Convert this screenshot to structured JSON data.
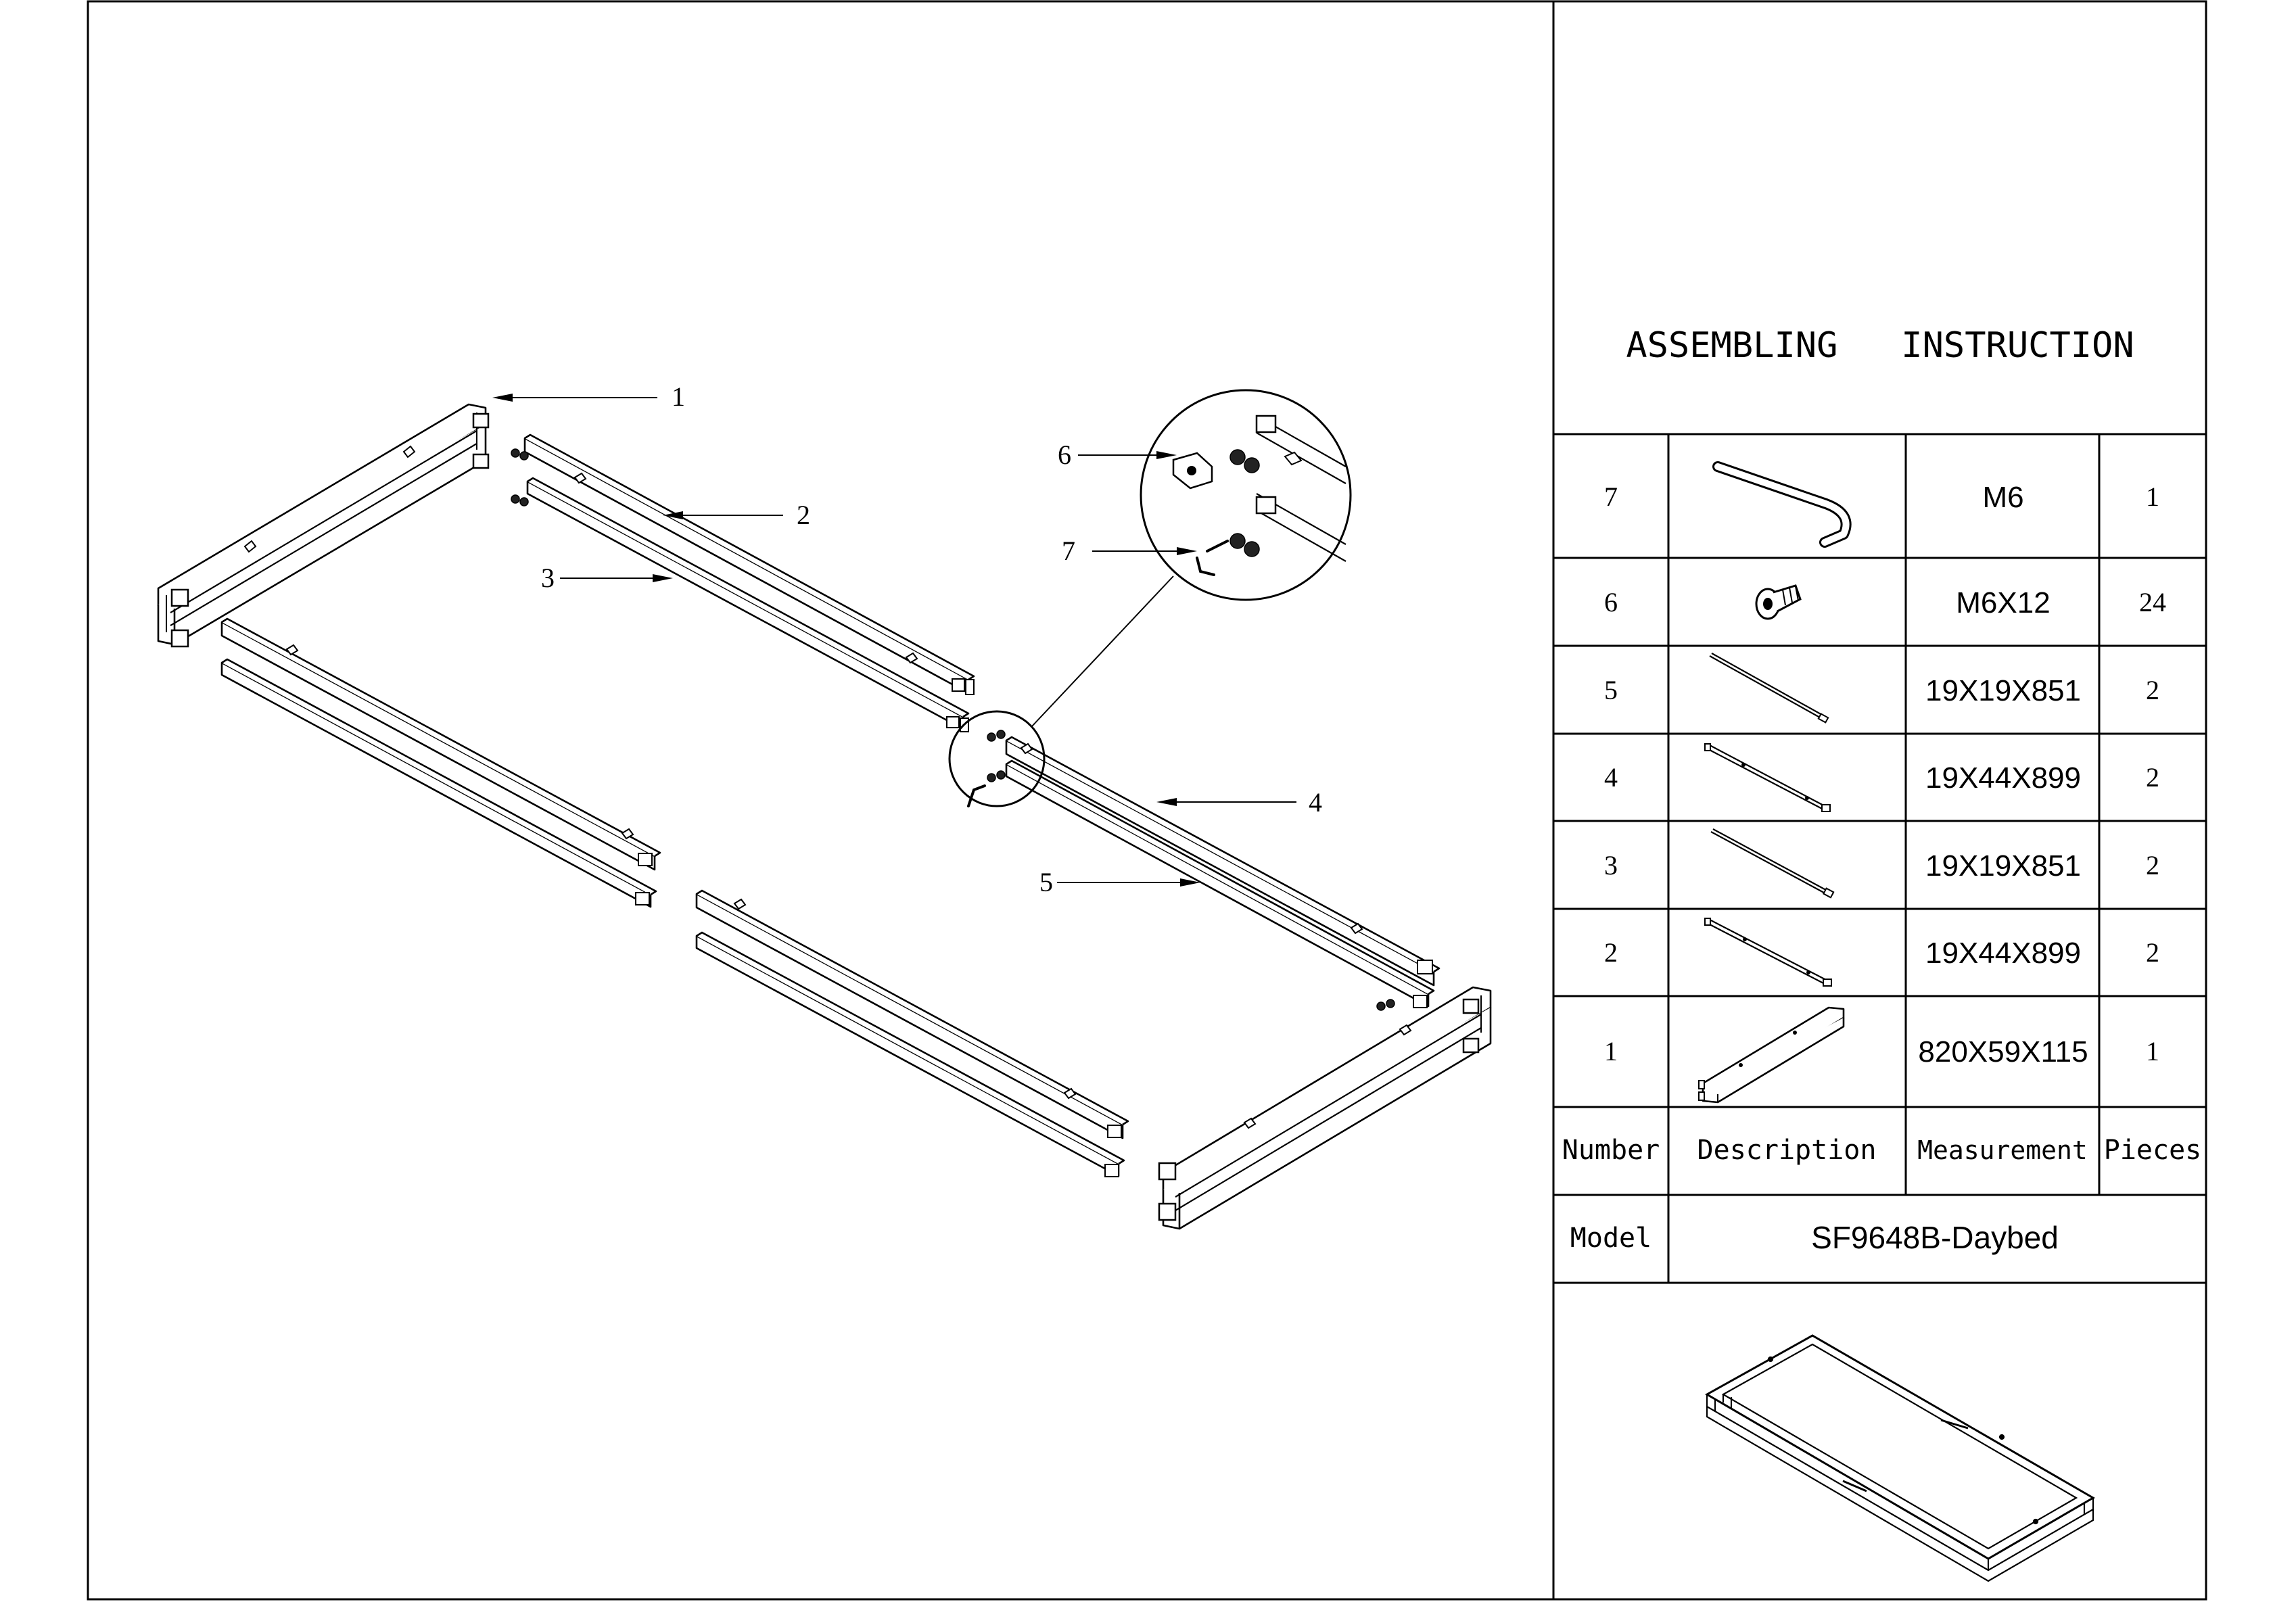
{
  "title": "ASSEMBLING   INSTRUCTION",
  "parts_table": {
    "headers": {
      "number": "Number",
      "description": "Description",
      "measurement": "Measurement",
      "pieces": "Pieces"
    },
    "rows": [
      {
        "number": "7",
        "measurement": "M6",
        "pieces": "1",
        "icon": "allen-key-icon"
      },
      {
        "number": "6",
        "measurement": "M6X12",
        "pieces": "24",
        "icon": "bolt-icon"
      },
      {
        "number": "5",
        "measurement": "19X19X851",
        "pieces": "2",
        "icon": "square-tube-icon"
      },
      {
        "number": "4",
        "measurement": "19X44X899",
        "pieces": "2",
        "icon": "rail-icon"
      },
      {
        "number": "3",
        "measurement": "19X19X851",
        "pieces": "2",
        "icon": "square-tube-icon"
      },
      {
        "number": "2",
        "measurement": "19X44X899",
        "pieces": "2",
        "icon": "rail-icon"
      },
      {
        "number": "1",
        "measurement": "820X59X115",
        "pieces": "1",
        "icon": "end-frame-icon"
      }
    ],
    "model_label": "Model",
    "model_value": "SF9648B-Daybed"
  },
  "diagram": {
    "callouts": [
      "1",
      "2",
      "3",
      "4",
      "5",
      "6",
      "7"
    ]
  }
}
